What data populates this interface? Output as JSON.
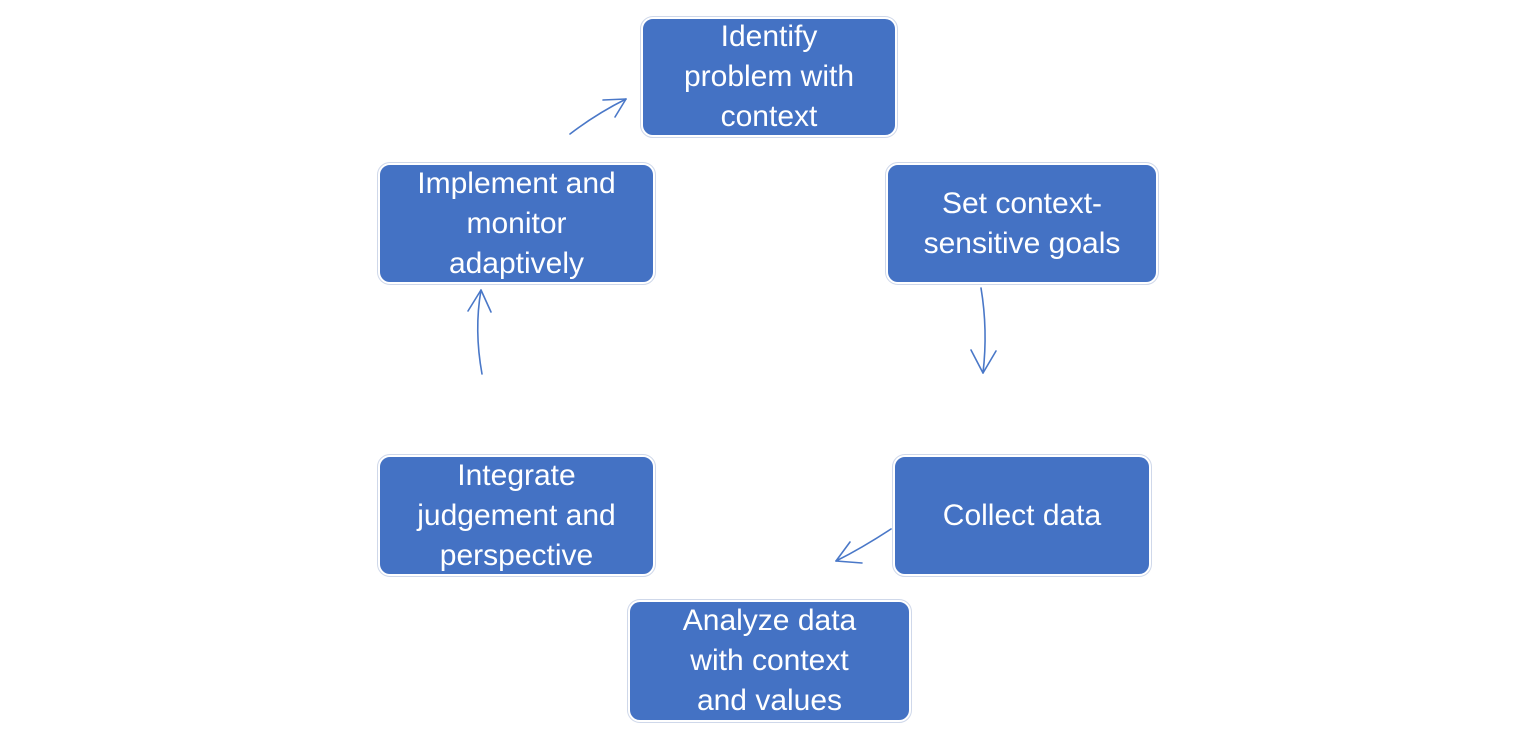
{
  "diagram": {
    "box_color": "#4472c4",
    "arrow_color": "#4a78c8",
    "text_color": "#ffffff",
    "steps": [
      {
        "id": "identify",
        "label": "Identify\nproblem with\ncontext"
      },
      {
        "id": "goals",
        "label": "Set context-\nsensitive goals"
      },
      {
        "id": "collect",
        "label": "Collect data"
      },
      {
        "id": "analyze",
        "label": "Analyze data\nwith context\nand values"
      },
      {
        "id": "integrate",
        "label": "Integrate\njudgement and\nperspective"
      },
      {
        "id": "implement",
        "label": "Implement and\nmonitor\nadaptively"
      }
    ]
  }
}
